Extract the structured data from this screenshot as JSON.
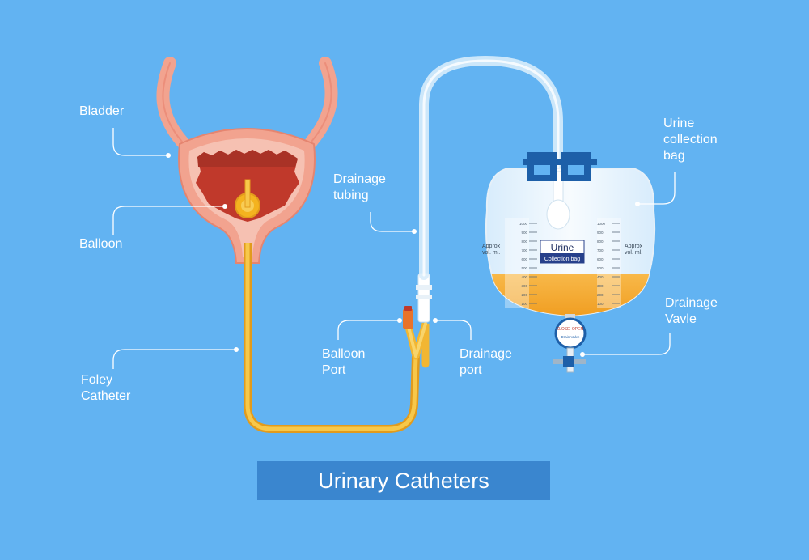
{
  "title": "Urinary Catheters",
  "labels": {
    "bladder": "Bladder",
    "balloon": "Balloon",
    "foley_catheter": "Foley\nCatheter",
    "drainage_tubing": "Drainage\ntubing",
    "balloon_port": "Balloon\nPort",
    "drainage_port": "Drainage\nport",
    "urine_collection_bag": "Urine\ncollection\nbag",
    "drainage_valve": "Drainage\nVavle"
  },
  "bag": {
    "name": "Urine",
    "subname": "Collection bag",
    "approx_left": "Approx\nvol. ml.",
    "approx_right": "Approx\nvol. ml.",
    "scale": [
      "1000",
      "900",
      "800",
      "700",
      "600",
      "500",
      "400",
      "300",
      "200",
      "100"
    ],
    "valve_close": "CLOSE",
    "valve_open": "OPEN",
    "valve_text": "Drain Valve"
  },
  "stock_id": "325784741",
  "colors": {
    "background": "#62b3f2",
    "title_box": "#3a86cf",
    "urine": "#f4a62a",
    "catheter": "#f2b632",
    "bladder_tissue": "#f2a38f",
    "bladder_inner": "#c0392b",
    "clamp": "#1d5fa8"
  }
}
